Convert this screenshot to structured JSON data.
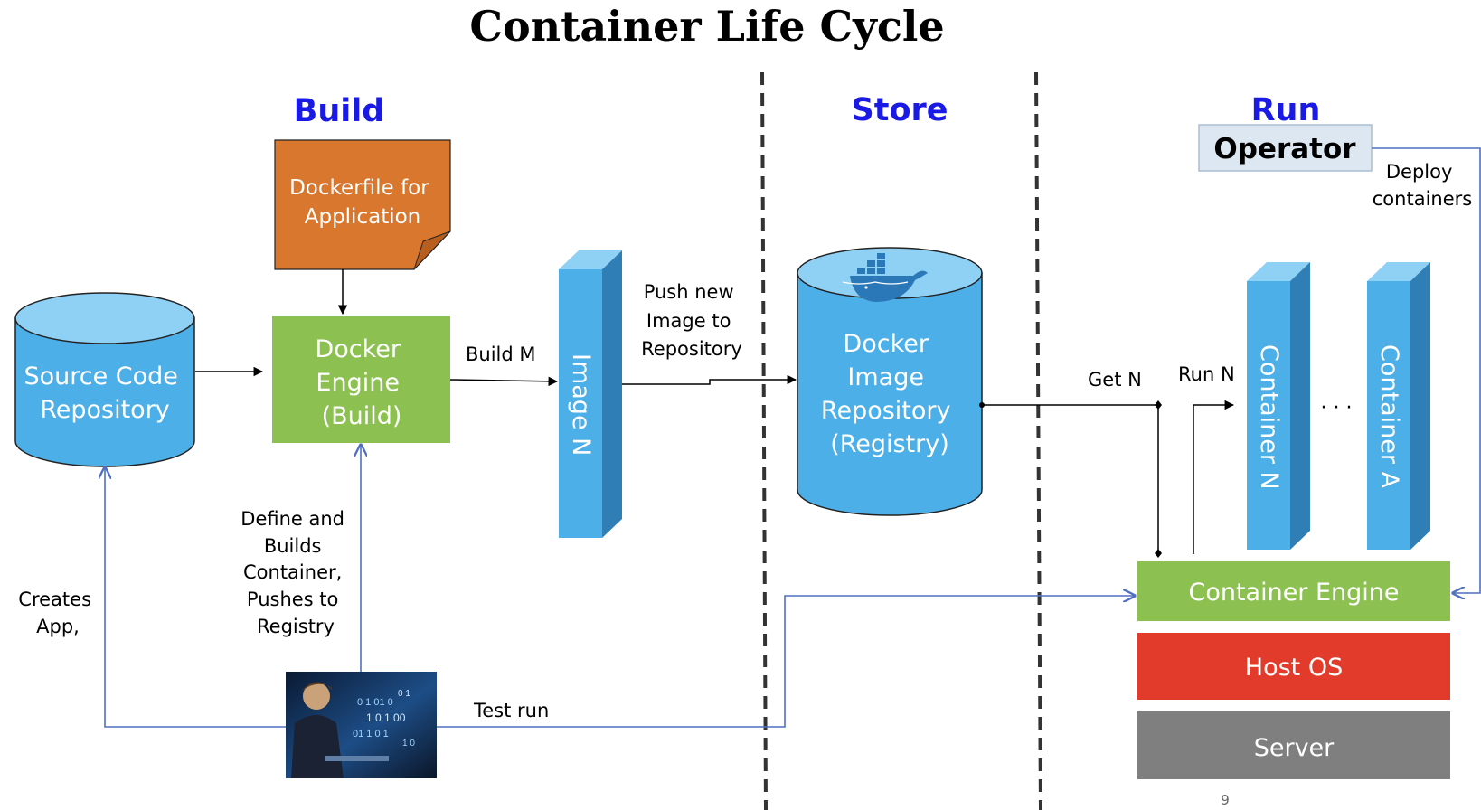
{
  "title": "Container Life Cycle",
  "phases": {
    "build": "Build",
    "store": "Store",
    "run": "Run"
  },
  "dockerfile": {
    "line1": "Dockerfile for",
    "line2": "Application"
  },
  "source_repo": {
    "line1": "Source Code",
    "line2": "Repository"
  },
  "docker_engine": {
    "line1": "Docker",
    "line2": "Engine",
    "line3": "(Build)"
  },
  "image_n": "Image N",
  "registry": {
    "line1": "Docker",
    "line2": "Image",
    "line3": "Repository",
    "line4": "(Registry)"
  },
  "operator": "Operator",
  "containers": {
    "n": "Container N",
    "a": "Container A",
    "ellipsis": "· · ·"
  },
  "stack": {
    "engine": "Container Engine",
    "host_os": "Host OS",
    "server": "Server"
  },
  "labels": {
    "build_m": "Build M",
    "push": [
      "Push new",
      "Image to",
      "Repository"
    ],
    "get_n": "Get N",
    "run_n": "Run N",
    "deploy": [
      "Deploy",
      "containers"
    ],
    "define": [
      "Define and",
      "Builds",
      "Container,",
      "Pushes to",
      "Registry"
    ],
    "creates": [
      "Creates",
      "App,"
    ],
    "test_run": "Test run"
  },
  "page_number": "9",
  "colors": {
    "blue_fill": "#4dafe8",
    "blue_dark": "#3a8fc4",
    "blue_top": "#8fd0f5",
    "green": "#8cc152",
    "orange": "#d9772f",
    "red": "#e33b2b",
    "gray": "#7f7f7f",
    "phase_blue": "#1a1ae6",
    "arrow_blue": "#4f6fc0",
    "operator_fill": "#dde7f2"
  },
  "icons": {
    "whale": "docker-whale-icon",
    "developer": "developer-photo"
  }
}
